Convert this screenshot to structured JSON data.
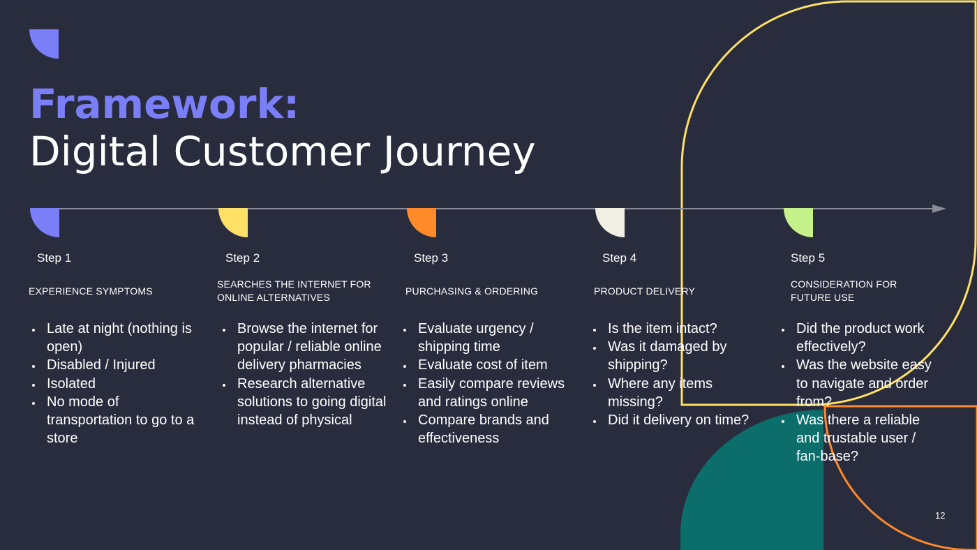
{
  "title": {
    "line1": "Framework:",
    "line2": "Digital Customer Journey"
  },
  "colors": {
    "background": "#292c3d",
    "accent": "#7b7ff7",
    "yellow": "#ffe066",
    "orange": "#ff8a2a",
    "cream": "#f1efe3",
    "green": "#c5f28a",
    "teal": "#0c6e6a",
    "timeline": "#8a8d97"
  },
  "steps": [
    {
      "label": "Step 1",
      "title": "EXPERIENCE SYMPTOMS",
      "color": "#7b7ff7",
      "bullets": [
        "Late at night (nothing is open)",
        "Disabled / Injured",
        "Isolated",
        "No mode of transportation to go to a store"
      ]
    },
    {
      "label": "Step 2",
      "title": "SEARCHES THE INTERNET FOR ONLINE ALTERNATIVES",
      "color": "#ffe066",
      "bullets": [
        "Browse the internet for popular / reliable online delivery pharmacies",
        "Research alternative solutions to going digital instead of physical"
      ]
    },
    {
      "label": "Step 3",
      "title": "PURCHASING & ORDERING",
      "color": "#ff8a2a",
      "bullets": [
        "Evaluate urgency / shipping time",
        "Evaluate cost of item",
        "Easily compare reviews and ratings online",
        "Compare brands and effectiveness"
      ]
    },
    {
      "label": "Step 4",
      "title": "PRODUCT DELIVERY",
      "color": "#f1efe3",
      "bullets": [
        "Is the item intact?",
        "Was it damaged by shipping?",
        "Where any items missing?",
        "Did it delivery on time?"
      ]
    },
    {
      "label": "Step 5",
      "title": "CONSIDERATION FOR FUTURE USE",
      "color": "#c5f28a",
      "bullets": [
        "Did the product work effectively?",
        "Was the website easy to navigate and order from?",
        "Was there a reliable and trustable user / fan-base?"
      ]
    }
  ],
  "page_number": "12"
}
